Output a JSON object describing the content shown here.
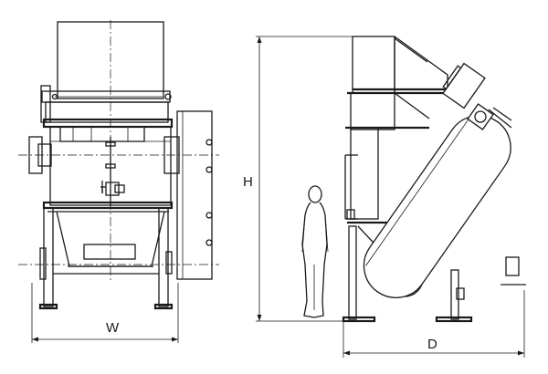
{
  "labels": {
    "width": "W",
    "height": "H",
    "depth": "D"
  },
  "colors": {
    "line": "#1a1a1a",
    "background": "#ffffff"
  }
}
